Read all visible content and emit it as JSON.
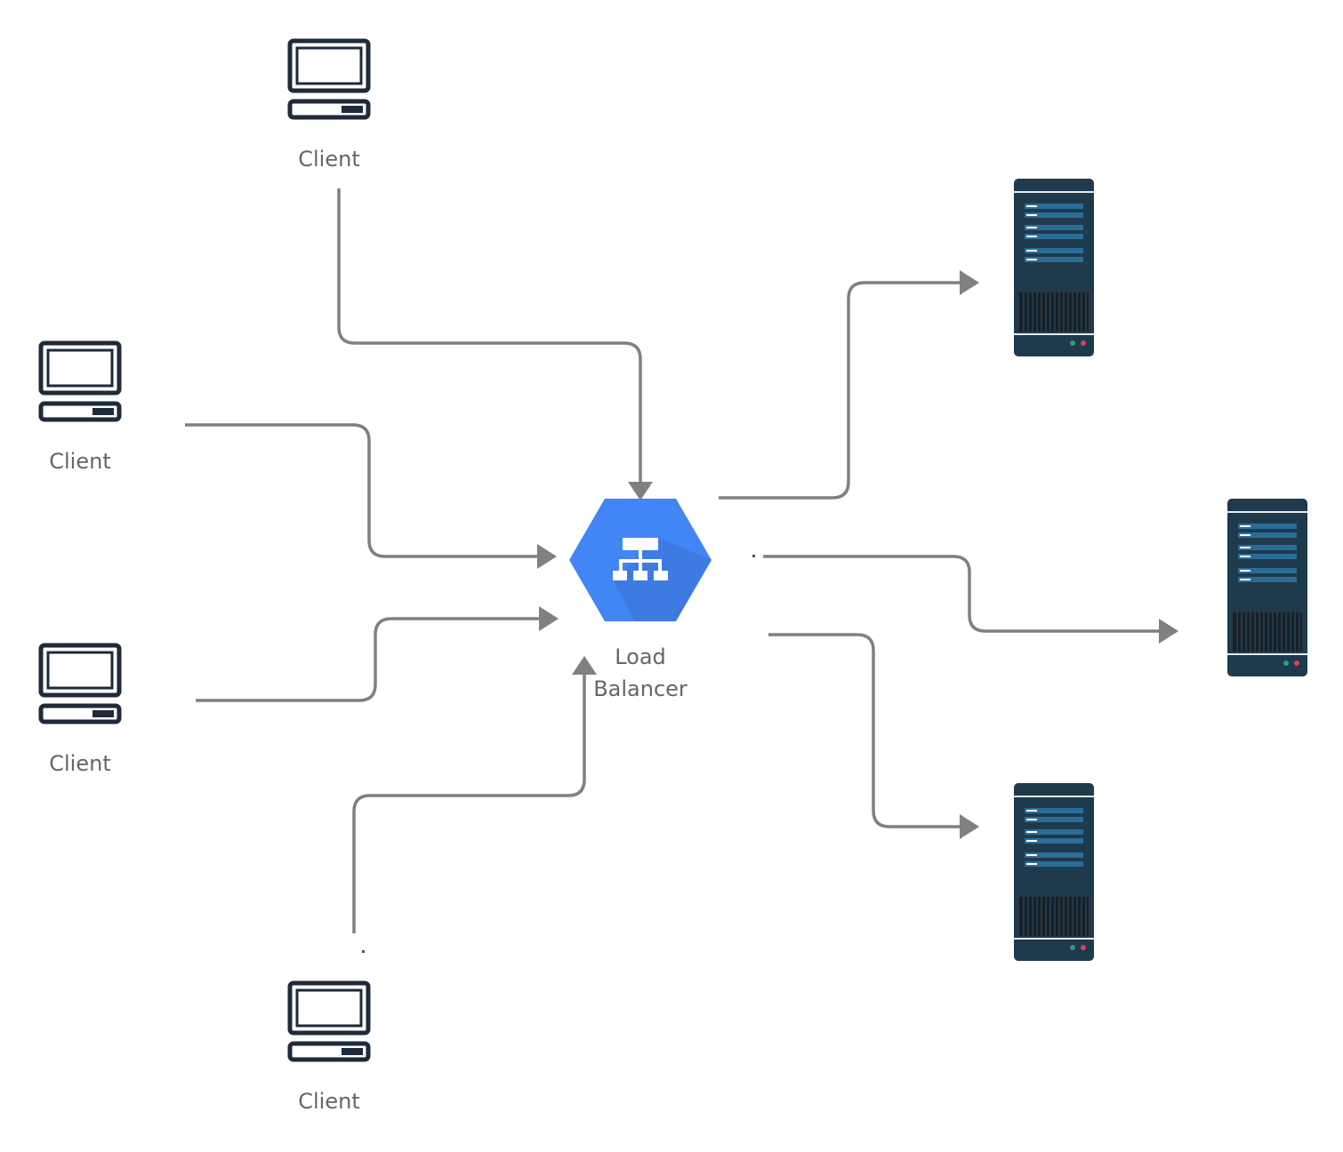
{
  "clients": {
    "top": {
      "label": "Client"
    },
    "left_upper": {
      "label": "Client"
    },
    "left_lower": {
      "label": "Client"
    },
    "bottom": {
      "label": "Client"
    }
  },
  "load_balancer": {
    "label_line1": "Load",
    "label_line2": "Balancer"
  },
  "colors": {
    "connector": "#808080",
    "label_text": "#666666",
    "lb_blue": "#4285f4",
    "lb_shadow": "#3a73d6",
    "server_body": "#1f3a4c",
    "server_panel": "#2a6e98",
    "client_stroke": "#1e2a3a",
    "led_green": "#2e9e7d",
    "led_red": "#d9435a"
  }
}
